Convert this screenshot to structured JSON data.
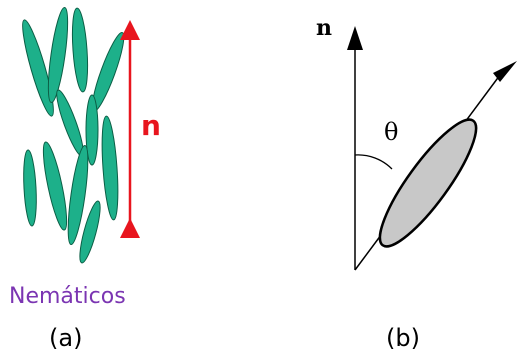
{
  "panel_a": {
    "director_label": "n",
    "caption": "Nemáticos",
    "panel_label": "(a)",
    "colors": {
      "molecule_fill": "#1db08a",
      "molecule_stroke": "#0b5e45",
      "director_arrow": "#e8151e",
      "caption": "#7b35b2"
    }
  },
  "panel_b": {
    "director_label": "n",
    "angle_label": "θ",
    "panel_label": "(b)",
    "colors": {
      "ellipse_fill": "#c8c8c8",
      "line": "#000000"
    }
  }
}
